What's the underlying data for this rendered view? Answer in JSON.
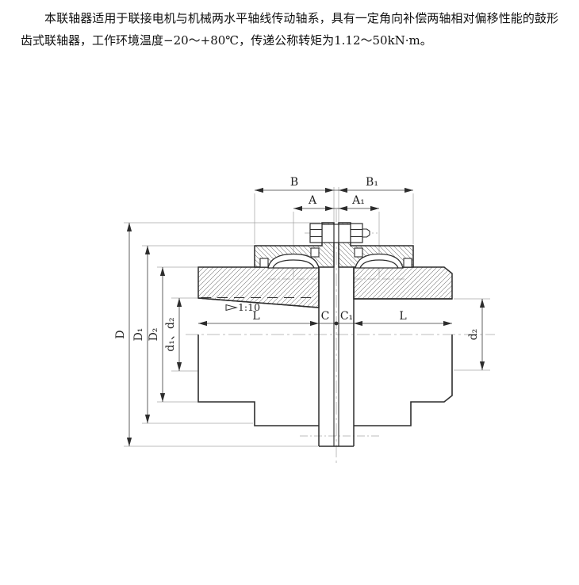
{
  "intro": {
    "text": "本联轴器适用于联接电机与机械两水平轴线传动轴系，具有一定角向补偿两轴相对偏移性能的鼓形齿式联轴器，工作环境温度−20～+80℃，传递公称转矩为1.12～50kN·m。"
  },
  "drawing": {
    "labels": {
      "B": "B",
      "B1": "B₁",
      "A": "A",
      "A1": "A₁",
      "L_left": "L",
      "C": "C",
      "C1": "C₁",
      "L_right": "L",
      "D": "D",
      "D1": "D₁",
      "D2": "D₂",
      "d1_d2": "d₁、d₂",
      "d2_right": "d₂",
      "taper": "1:10"
    }
  }
}
